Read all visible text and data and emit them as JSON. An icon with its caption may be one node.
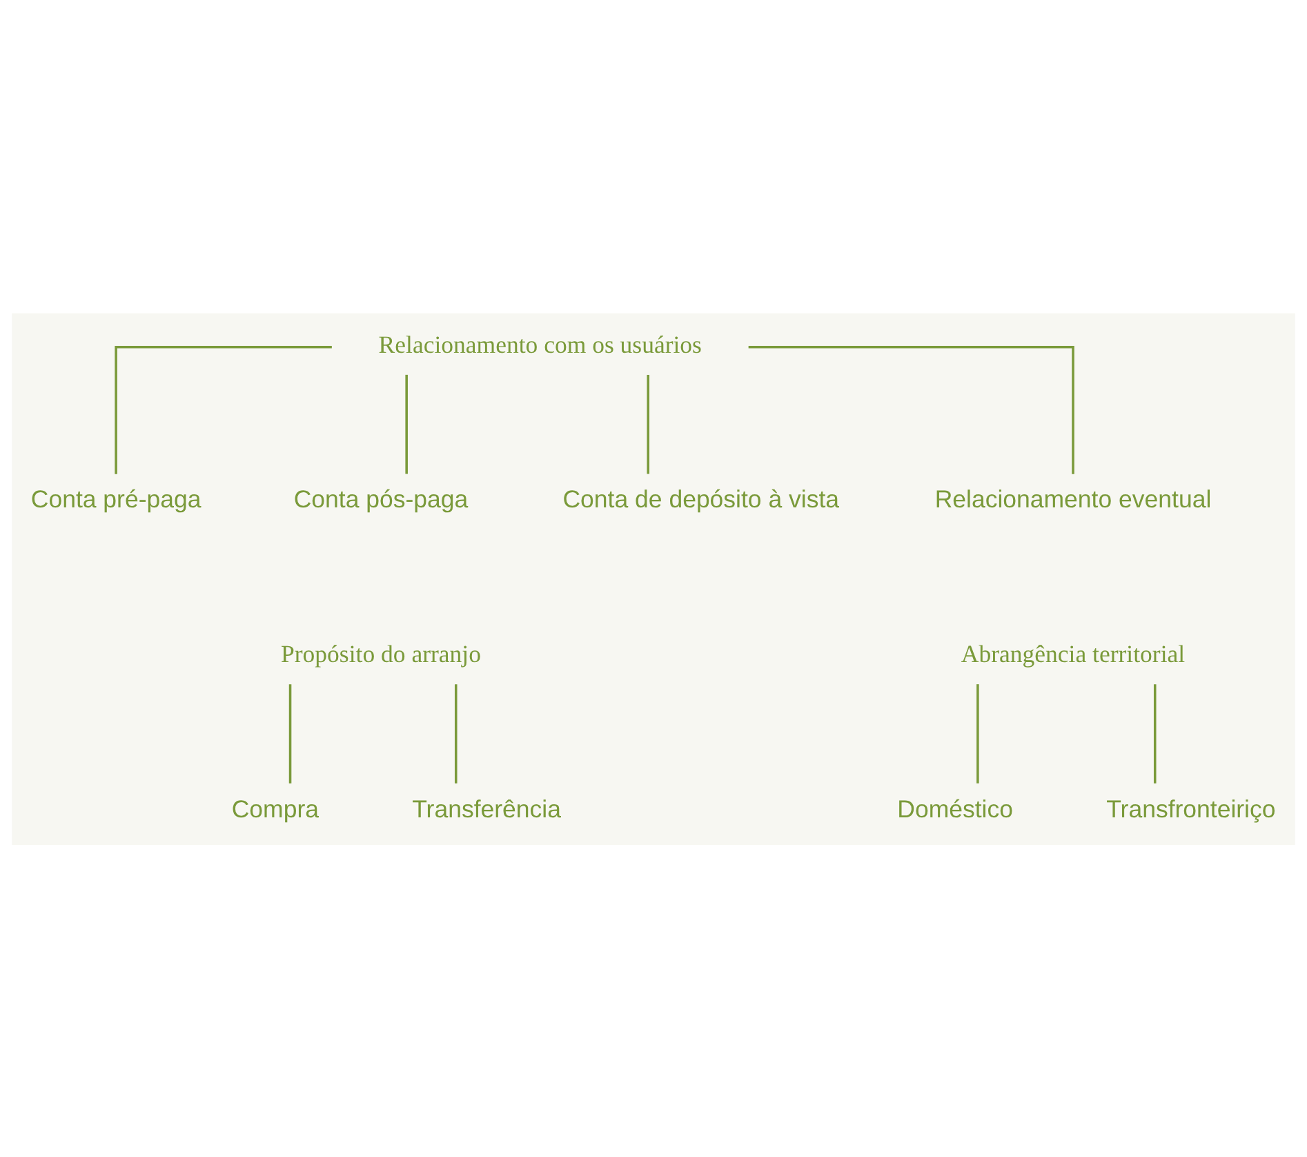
{
  "diagram": {
    "nodes": [
      {
        "text": [
          "Relacionamento com os usuários"
        ]
      },
      {
        "text": [
          "Conta pré-paga"
        ]
      },
      {
        "text": [
          "Conta pós-paga"
        ]
      },
      {
        "text": [
          "Conta de depósito à vista"
        ]
      },
      {
        "text": [
          "Relacionamento eventual"
        ]
      },
      {
        "text": [
          "Propósito do arranjo"
        ]
      },
      {
        "text": [
          "Compra"
        ]
      },
      {
        "text": [
          "Transferência"
        ]
      },
      {
        "text": [
          "Abrangência territorial"
        ]
      },
      {
        "text": [
          "Doméstico"
        ]
      },
      {
        "text": [
          "Transfronteiriço"
        ]
      }
    ],
    "edges": [
      {
        "from": 0,
        "to": 1,
        "arrow": "none"
      },
      {
        "from": 0,
        "to": 2,
        "arrow": "none"
      },
      {
        "from": 0,
        "to": 3,
        "arrow": "none"
      },
      {
        "from": 0,
        "to": 4,
        "arrow": "none"
      },
      {
        "from": 5,
        "to": 6,
        "arrow": "none"
      },
      {
        "from": 5,
        "to": 7,
        "arrow": "none"
      },
      {
        "from": 8,
        "to": 9,
        "arrow": "none"
      },
      {
        "from": 8,
        "to": 10,
        "arrow": "none"
      }
    ]
  }
}
